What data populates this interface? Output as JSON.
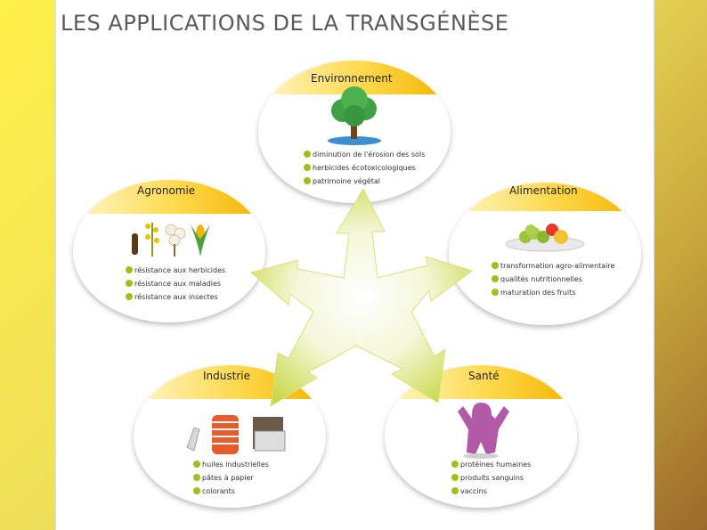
{
  "title": "LES APPLICATIONS DE LA TRANSGÉNÈSE",
  "nodes": {
    "environnement": {
      "label": "Environnement",
      "items": [
        "diminution de l'érosion des sols",
        "herbicides écotoxicologiques",
        "patrimoine végétal"
      ]
    },
    "agronomie": {
      "label": "Agronomie",
      "items": [
        "résistance aux herbicides",
        "résistance aux maladies",
        "résistance aux insectes"
      ]
    },
    "alimentation": {
      "label": "Alimentation",
      "items": [
        "transformation agro-alimentaire",
        "qualités nutritionnelles",
        "maturation des fruits"
      ]
    },
    "industrie": {
      "label": "Industrie",
      "items": [
        "huiles industrielles",
        "pâtes à papier",
        "colorants"
      ]
    },
    "sante": {
      "label": "Santé",
      "items": [
        "protéines humaines",
        "produits sanguins",
        "vaccins"
      ]
    }
  },
  "colors": {
    "accent_yellow": "#f5c400",
    "bullet_green": "#9ac21a",
    "arrow_green": "#c9d94a"
  },
  "icons": [
    "tree-icon",
    "crops-icon",
    "fruit-bowl-icon",
    "industrial-products-icon",
    "figure-icon"
  ]
}
